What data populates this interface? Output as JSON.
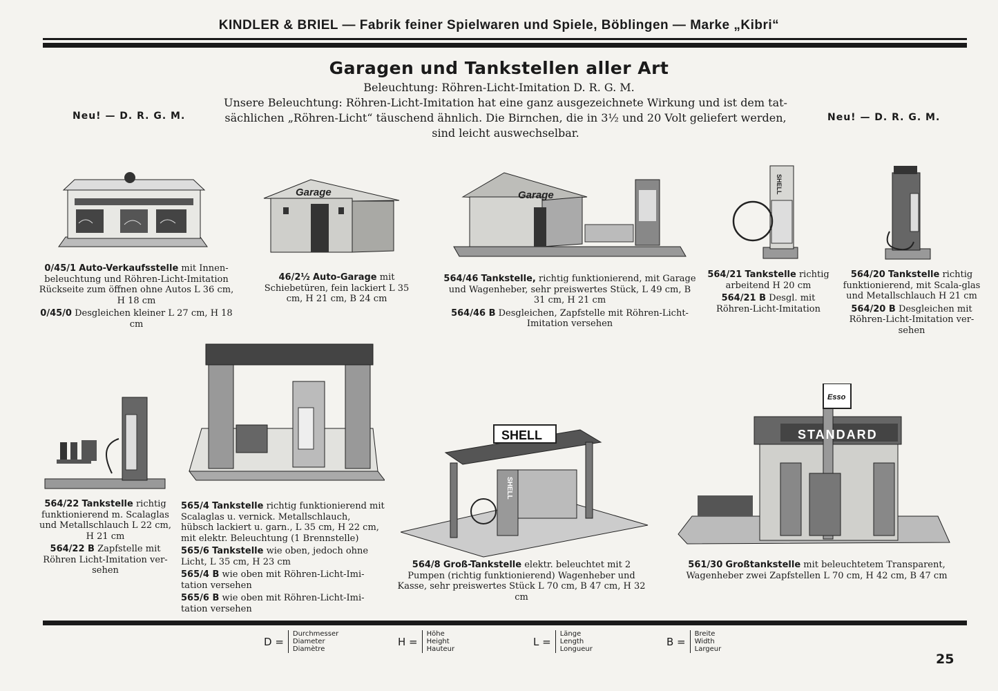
{
  "header": "KINDLER & BRIEL — Fabrik feiner Spielwaren und Spiele, Böblingen — Marke „Kibri“",
  "title": "Garagen und Tankstellen aller Art",
  "subtitle": "Beleuchtung: Röhren-Licht-Imitation D. R. G. M.",
  "intro": [
    "Unsere Beleuchtung: Röhren-Licht-Imitation hat eine ganz ausgezeichnete Wirkung und ist dem tat-",
    "sächlichen „Röhren-Licht“ täuschend ähnlich. Die Birnchen, die in 3½ und 20 Volt geliefert werden,",
    "sind leicht auswechselbar."
  ],
  "neu_left": "Neu! — D. R. G. M.",
  "neu_right": "Neu! — D. R. G. M.",
  "signs": {
    "garage_1": "Garage",
    "garage_2": "Garage",
    "shell_pump": "SHELL",
    "shell_roof": "SHELL",
    "shell_post": "SHELL",
    "esso": "Esso",
    "standard": "STANDARD"
  },
  "products": [
    {
      "lines": [
        {
          "num": "0/45/1",
          "bold": "Auto-Verkaufsstelle",
          "text": "mit Innen-beleuchtung und Röhren-Licht-Imitation Rückseite zum öffnen ohne Autos L 36 cm, H 18 cm"
        },
        {
          "num": "0/45/0",
          "bold": "",
          "text": "Desgleichen kleiner L 27 cm, H 18 cm"
        }
      ]
    },
    {
      "lines": [
        {
          "num": "46/2½",
          "bold": "Auto-Garage",
          "text": "mit Schiebetüren, fein lackiert L 35 cm, H 21 cm, B 24 cm"
        }
      ]
    },
    {
      "lines": [
        {
          "num": "564/46",
          "bold": "Tankstelle,",
          "text": "richtig funktionierend, mit Garage und Wagenheber, sehr preiswertes Stück, L 49 cm, B 31 cm, H 21 cm"
        },
        {
          "num": "564/46 B",
          "bold": "",
          "text": "Desgleichen, Zapfstelle mit Röhren-Licht-Imitation versehen"
        }
      ]
    },
    {
      "lines": [
        {
          "num": "564/21",
          "bold": "Tankstelle",
          "text": "richtig arbeitend H 20 cm"
        },
        {
          "num": "564/21 B",
          "bold": "",
          "text": "Desgl. mit Röhren-Licht-Imitation"
        }
      ]
    },
    {
      "lines": [
        {
          "num": "564/20",
          "bold": "Tankstelle",
          "text": "richtig funktionierend, mit Scala-glas und Metallschlauch H 21 cm"
        },
        {
          "num": "564/20 B",
          "bold": "",
          "text": "Desgleichen mit Röhren-Licht-Imitation ver-sehen"
        }
      ]
    },
    {
      "lines": [
        {
          "num": "564/22",
          "bold": "Tankstelle",
          "text": "richtig funktionierend m. Scalaglas und Metallschlauch L 22 cm, H 21 cm"
        },
        {
          "num": "564/22 B",
          "bold": "",
          "text": "Zapfstelle mit Röhren Licht-Imitation ver-sehen"
        }
      ]
    },
    {
      "lines": [
        {
          "num": "565/4",
          "bold": "Tankstelle",
          "text": "richtig funktionierend mit Scalaglas u. vernick. Metallschlauch, hübsch lackiert u. garn., L 35 cm, H 22 cm, mit elektr. Beleuchtung (1 Brennstelle)"
        },
        {
          "num": "565/6",
          "bold": "Tankstelle",
          "text": "wie oben, jedoch ohne Licht, L 35 cm, H 23 cm"
        },
        {
          "num": "565/4 B",
          "bold": "",
          "text": "wie oben mit Röhren-Licht-Imi-tation versehen"
        },
        {
          "num": "565/6 B",
          "bold": "",
          "text": "wie oben mit Röhren-Licht-Imi-tation versehen"
        }
      ]
    },
    {
      "lines": [
        {
          "num": "564/8",
          "bold": "Groß-Tankstelle",
          "text": "elektr. beleuchtet mit 2 Pumpen (richtig funktionierend) Wagenheber und Kasse, sehr preiswertes Stück L 70 cm, B 47 cm, H 32 cm"
        }
      ]
    },
    {
      "lines": [
        {
          "num": "561/30",
          "bold": "Großtankstelle",
          "text": "mit beleuchtetem Transparent, Wagenheber zwei Zapfstellen L 70 cm, H 42 cm, B 47 cm"
        }
      ]
    }
  ],
  "legend": [
    {
      "key": "D =",
      "values": [
        "Durchmesser",
        "Diameter",
        "Diamètre"
      ]
    },
    {
      "key": "H =",
      "values": [
        "Höhe",
        "Height",
        "Hauteur"
      ]
    },
    {
      "key": "L =",
      "values": [
        "Länge",
        "Length",
        "Longueur"
      ]
    },
    {
      "key": "B =",
      "values": [
        "Breite",
        "Width",
        "Largeur"
      ]
    }
  ],
  "page_number": "25"
}
